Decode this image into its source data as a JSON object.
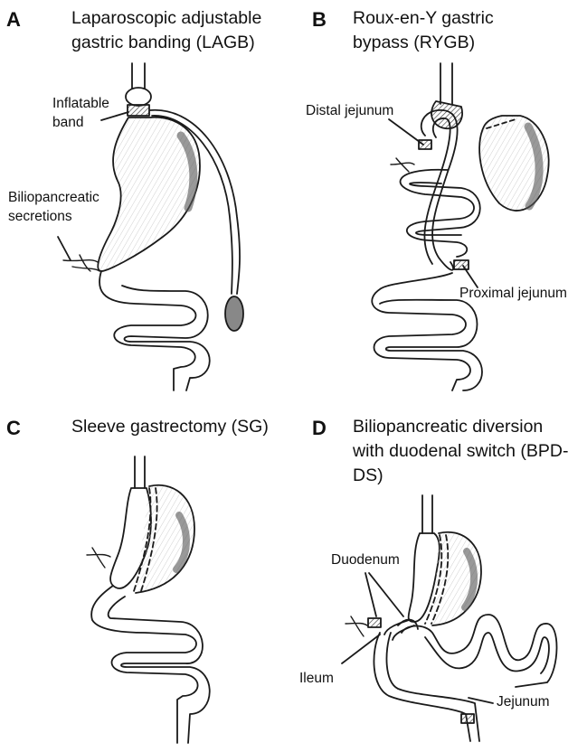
{
  "panels": {
    "a": {
      "letter": "A",
      "title_line1": "Laparoscopic adjustable",
      "title_line2": "gastric banding (LAGB)",
      "labels": {
        "band_line1": "Inflatable",
        "band_line2": "band",
        "secretions_line1": "Biliopancreatic",
        "secretions_line2": "secretions"
      }
    },
    "b": {
      "letter": "B",
      "title_line1": "Roux-en-Y gastric",
      "title_line2": "bypass (RYGB)",
      "labels": {
        "distal": "Distal jejunum",
        "proximal": "Proximal jejunum"
      }
    },
    "c": {
      "letter": "C",
      "title_line1": "Sleeve gastrectomy (SG)"
    },
    "d": {
      "letter": "D",
      "title_line1": "Biliopancreatic diversion",
      "title_line2": "with duodenal switch (BPD-",
      "title_line3": "DS)",
      "labels": {
        "duodenum": "Duodenum",
        "ileum": "Ileum",
        "jejunum": "Jejunum"
      }
    }
  },
  "colors": {
    "ink": "#1a1a1a",
    "shade": "#555555",
    "paper": "#ffffff"
  }
}
